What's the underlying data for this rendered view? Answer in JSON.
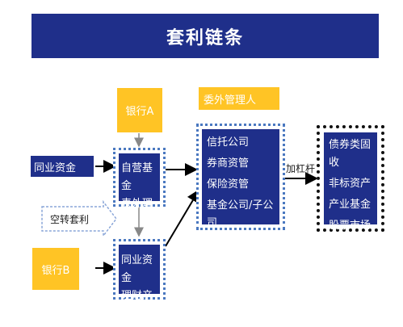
{
  "title": "套利链条",
  "nodes": {
    "bank_a": "银行A",
    "bank_b": "银行B",
    "interbank_funds": "同业资金",
    "entrust_manager": "委外管理人",
    "self_fund": [
      "自营基金",
      "表外理财"
    ],
    "interbank_products": [
      "同业资金",
      "理财产品"
    ],
    "managers": [
      "信托公司",
      "券商资管",
      "保险资管",
      "基金公司/子公司"
    ],
    "assets": [
      "债券类固收",
      "非标资产",
      "产业基金",
      "股票市场"
    ],
    "idle_arbitrage": "空转套利",
    "leverage": "加杠杆"
  },
  "colors": {
    "navy": "#1f2f8a",
    "yellow": "#ffc425",
    "dotted_blue": "#4a78c0"
  }
}
